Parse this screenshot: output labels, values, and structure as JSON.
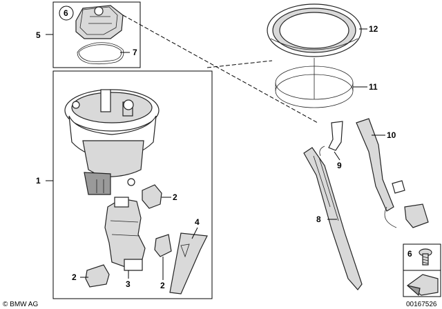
{
  "callouts": {
    "p1": "1",
    "p2a": "2",
    "p2b": "2",
    "p2c": "2",
    "p3": "3",
    "p4": "4",
    "p5": "5",
    "p6": "6",
    "p7": "7",
    "p8": "8",
    "p9": "9",
    "p10": "10",
    "p11": "11",
    "p12": "12",
    "p6_legend": "6"
  },
  "footer": {
    "copyright": "© BMW AG",
    "diagram_number": "00167526"
  },
  "colors": {
    "line": "#000000",
    "part_fill": "#d9d9d9",
    "part_dark": "#9a9a9a"
  }
}
